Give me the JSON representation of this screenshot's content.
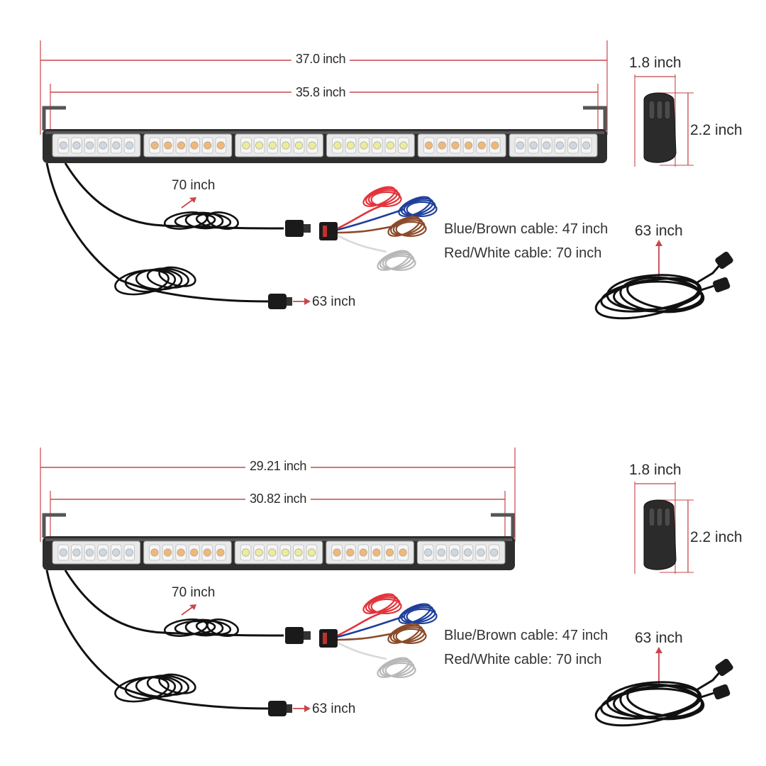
{
  "colors": {
    "dimension_line": "#c8464b",
    "bar_body": "#2e2e2e",
    "lens": "#e9e9e9",
    "led_white": "#cfd8e0",
    "led_amber": "#f0b878",
    "led_yellow": "#ecec9a",
    "cable": "#111111",
    "red_wire": "#e3333a",
    "blue_wire": "#1e3f9a",
    "brown_wire": "#8a4a28",
    "white_wire": "#d8d8d8"
  },
  "diagrams": [
    {
      "overall_length": "37.0 inch",
      "inner_length": "35.8 inch",
      "segments": [
        "white",
        "amber",
        "yellow",
        "yellow",
        "amber",
        "white"
      ],
      "power_cable": "70 inch",
      "remote_cable": "63 inch",
      "cable_note_1": "Blue/Brown cable: 47 inch",
      "cable_note_2": "Red/White cable: 70 inch",
      "remote_width": "1.8 inch",
      "remote_height": "2.2 inch",
      "extension_cable": "63 inch"
    },
    {
      "overall_length": "29.21 inch",
      "inner_length": "30.82 inch",
      "segments": [
        "white",
        "amber",
        "yellow",
        "amber",
        "white"
      ],
      "power_cable": "70 inch",
      "remote_cable": "63 inch",
      "cable_note_1": "Blue/Brown cable: 47 inch",
      "cable_note_2": "Red/White cable: 70 inch",
      "remote_width": "1.8 inch",
      "remote_height": "2.2 inch",
      "extension_cable": "63 inch"
    }
  ]
}
